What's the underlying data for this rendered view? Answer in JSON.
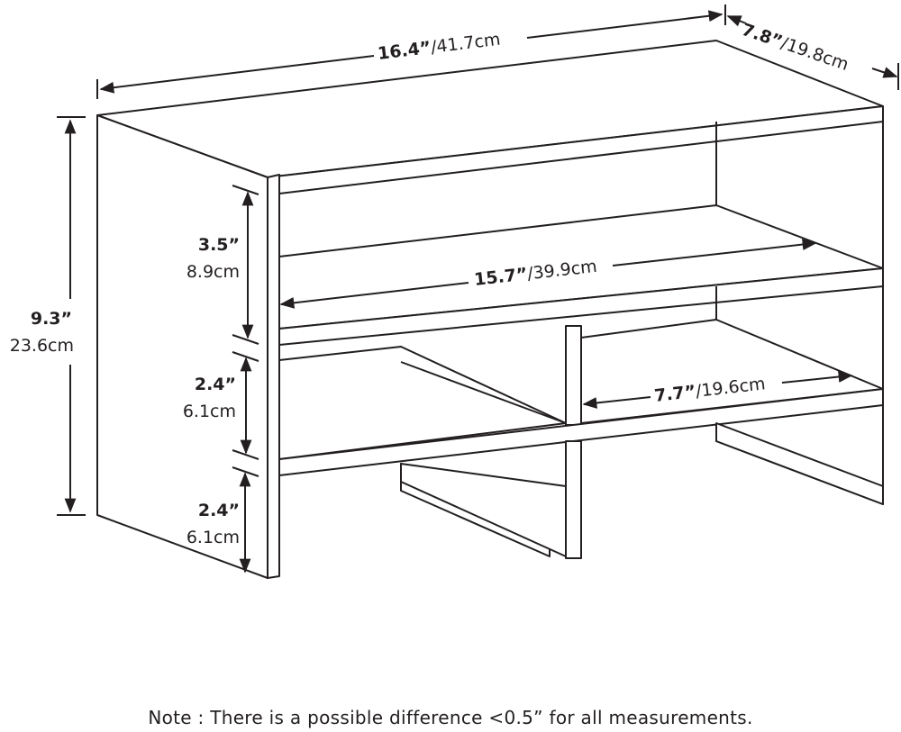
{
  "dimensions": {
    "overall_width": {
      "inches": "16.4”",
      "cm": "/41.7cm"
    },
    "overall_depth": {
      "inches": "7.8”",
      "cm": "/19.8cm"
    },
    "overall_height": {
      "inches": "9.3”",
      "cm": "23.6cm"
    },
    "top_compartment_height": {
      "inches": "3.5”",
      "cm": "8.9cm"
    },
    "middle_compartment_height": {
      "inches": "2.4”",
      "cm": "6.1cm"
    },
    "bottom_clearance_height": {
      "inches": "2.4”",
      "cm": "6.1cm"
    },
    "top_shelf_inner_width": {
      "inches": "15.7”",
      "cm": "/39.9cm"
    },
    "cubby_inner_width": {
      "inches": "7.7”",
      "cm": "/19.6cm"
    }
  },
  "note": "Note : There is a possible difference <0.5” for all measurements."
}
